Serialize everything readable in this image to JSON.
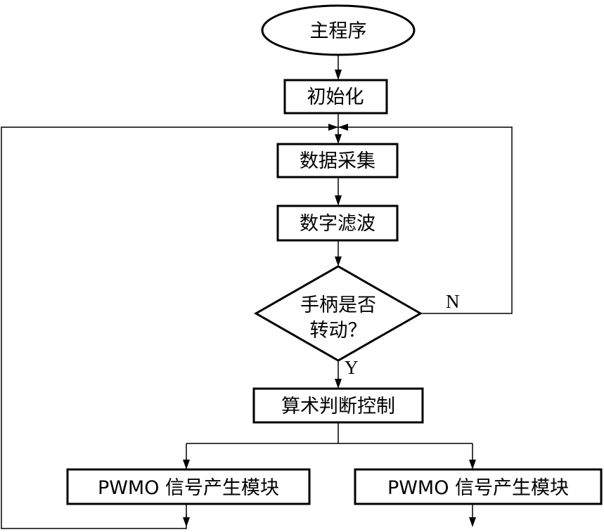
{
  "flowchart": {
    "start": "主程序",
    "init": "初始化",
    "collect": "数据采集",
    "filter": "数字滤波",
    "decision_line1": "手柄是否",
    "decision_line2": "转动？",
    "label_no": "N",
    "label_yes": "Y",
    "compute": "算术判断控制",
    "pwm_left": "PWMO 信号产生模块",
    "pwm_right": "PWMO 信号产生模块"
  }
}
